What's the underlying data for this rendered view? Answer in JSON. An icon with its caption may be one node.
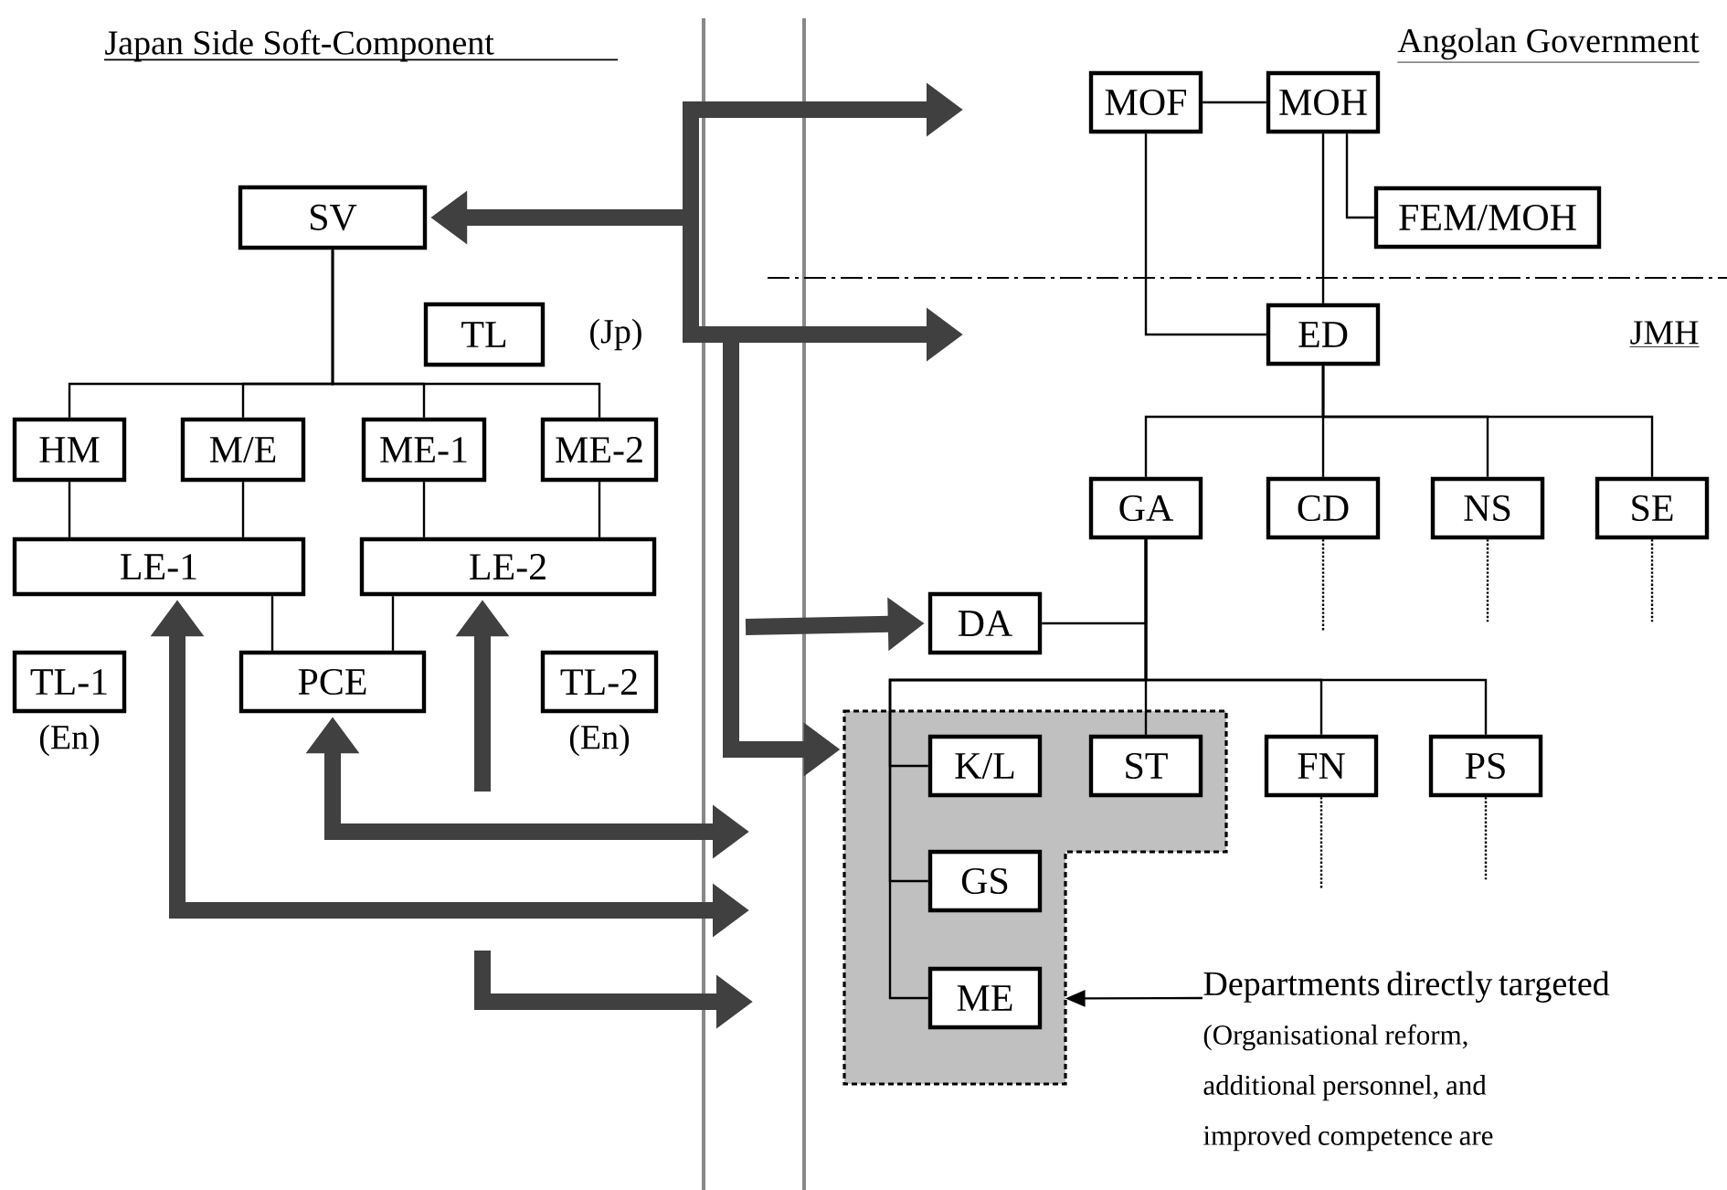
{
  "diagram": {
    "nodes": [
      {
        "text": [
          "SV"
        ]
      },
      {
        "text": [
          "TL"
        ],
        "beside": [
          "(Jp)"
        ]
      },
      {
        "text": [
          "HM"
        ]
      },
      {
        "text": [
          "M/E"
        ]
      },
      {
        "text": [
          "ME-1"
        ]
      },
      {
        "text": [
          "ME-2"
        ]
      },
      {
        "text": [
          "LE-1"
        ]
      },
      {
        "text": [
          "LE-2"
        ]
      },
      {
        "text": [
          "TL-1"
        ],
        "beside": [
          "(En)"
        ]
      },
      {
        "text": [
          "PCE"
        ]
      },
      {
        "text": [
          "TL-2"
        ],
        "beside": [
          "(En)"
        ]
      },
      {
        "text": [
          "MOF"
        ]
      },
      {
        "text": [
          "MOH"
        ]
      },
      {
        "text": [
          "FEM/MOH"
        ]
      },
      {
        "text": [
          "ED"
        ]
      },
      {
        "text": [
          "GA"
        ]
      },
      {
        "text": [
          "CD"
        ]
      },
      {
        "text": [
          "NS"
        ]
      },
      {
        "text": [
          "SE"
        ]
      },
      {
        "text": [
          "DA"
        ]
      },
      {
        "text": [],
        "shape": "box"
      },
      {
        "text": [
          "K/L"
        ],
        "in": 20
      },
      {
        "text": [
          "ST"
        ],
        "in": 20
      },
      {
        "text": [
          "GS"
        ],
        "in": 20
      },
      {
        "text": [
          "ME"
        ],
        "in": 20
      },
      {
        "text": [
          "FN"
        ]
      },
      {
        "text": [
          "PS"
        ]
      },
      {
        "text": [
          "Departments directly targeted",
          "(Organisational reform, additional personnel, and improved competence are"
        ]
      }
    ],
    "edges": [
      {
        "from": 0,
        "to": 2,
        "arrow": "none"
      },
      {
        "from": 0,
        "to": 3,
        "arrow": "none"
      },
      {
        "from": 0,
        "to": 4,
        "arrow": "none"
      },
      {
        "from": 0,
        "to": 5,
        "arrow": "none"
      },
      {
        "from": 2,
        "to": 6,
        "arrow": "none"
      },
      {
        "from": 3,
        "to": 6,
        "arrow": "none"
      },
      {
        "from": 4,
        "to": 7,
        "arrow": "none"
      },
      {
        "from": 5,
        "to": 7,
        "arrow": "none"
      },
      {
        "from": 6,
        "to": 9,
        "arrow": "none"
      },
      {
        "from": 7,
        "to": 9,
        "arrow": "none"
      },
      {
        "from": 11,
        "to": 12,
        "arrow": "none"
      },
      {
        "from": 11,
        "to": 14,
        "arrow": "none"
      },
      {
        "from": 12,
        "to": 14,
        "arrow": "none"
      },
      {
        "from": 12,
        "to": 13,
        "arrow": "none"
      },
      {
        "from": 14,
        "to": 15,
        "arrow": "none"
      },
      {
        "from": 14,
        "to": 16,
        "arrow": "none"
      },
      {
        "from": 14,
        "to": 17,
        "arrow": "none"
      },
      {
        "from": 14,
        "to": 18,
        "arrow": "none"
      },
      {
        "from": 15,
        "to": 19,
        "arrow": "none"
      },
      {
        "from": 15,
        "to": 22,
        "arrow": "none"
      },
      {
        "from": 15,
        "to": 25,
        "arrow": "none"
      },
      {
        "from": 15,
        "to": 26,
        "arrow": "none"
      },
      {
        "from": 15,
        "to": 21,
        "arrow": "none"
      },
      {
        "from": 15,
        "to": 23,
        "arrow": "none"
      },
      {
        "from": 15,
        "to": 24,
        "arrow": "none"
      },
      {
        "from": 16,
        "to": null,
        "arrow": "none",
        "style": "dashed"
      },
      {
        "from": 17,
        "to": null,
        "arrow": "none",
        "style": "dashed"
      },
      {
        "from": 18,
        "to": null,
        "arrow": "none",
        "style": "dashed"
      },
      {
        "from": 25,
        "to": null,
        "arrow": "none",
        "style": "dashed"
      },
      {
        "from": 26,
        "to": null,
        "arrow": "none",
        "style": "dashed"
      },
      {
        "from": 27,
        "to": 20,
        "arrow": "to"
      },
      {
        "from": null,
        "to": 0,
        "arrow": "to",
        "style": "thick",
        "color": "#404040"
      },
      {
        "from": null,
        "to": 19,
        "arrow": "to",
        "style": "thick",
        "color": "#404040"
      },
      {
        "from": null,
        "to": 20,
        "arrow": "to",
        "style": "thick",
        "color": "#404040"
      },
      {
        "from": null,
        "to": 6,
        "arrow": "both",
        "style": "thick",
        "color": "#404040"
      },
      {
        "from": null,
        "to": 9,
        "arrow": "both",
        "style": "thick",
        "color": "#404040"
      },
      {
        "from": null,
        "to": 7,
        "arrow": "to",
        "style": "thick",
        "color": "#404040"
      }
    ],
    "labels": [
      "Japan Side Soft-Component",
      "Angolan Government",
      "JMH"
    ]
  }
}
